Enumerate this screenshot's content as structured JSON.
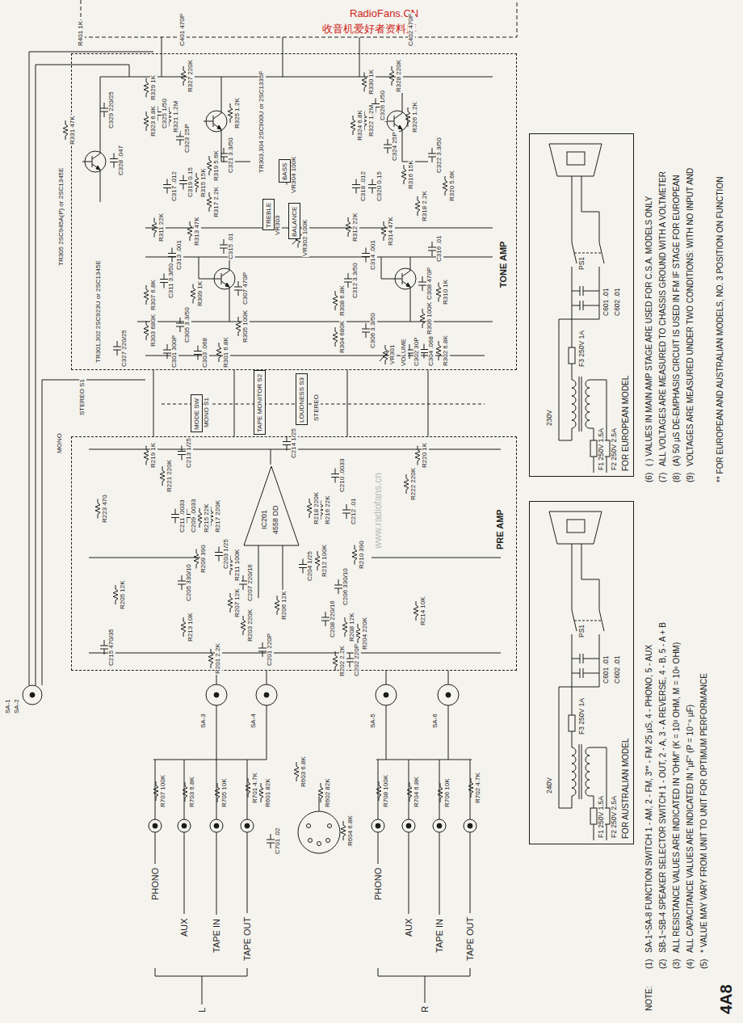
{
  "diagram": {
    "nodes": [
      {
        "text": [
          "TONE AMP"
        ]
      },
      {
        "text": [
          "BALANCE"
        ],
        "in": 0
      },
      {
        "text": [
          "TREBLE"
        ],
        "in": 0
      },
      {
        "text": [
          "BASS"
        ],
        "in": 0
      },
      {
        "text": [
          "MODE SW"
        ]
      },
      {
        "text": [
          "TAPE MONITOR S2"
        ]
      },
      {
        "text": [
          "LOUDNESS S3"
        ]
      },
      {
        "text": [
          "PRE AMP"
        ]
      },
      {
        "text": [
          "IC201",
          "4558 DD"
        ],
        "in": 7
      },
      {
        "text": [
          "FOR EUROPEAN MODEL"
        ]
      },
      {
        "text": [
          "FOR AUSTRALIAN MODEL"
        ]
      }
    ],
    "labels": [
      "RadioFans.CN",
      "收音机爱好者资料库",
      "www.radiofans.cn",
      "R401 1K",
      "C401 470P",
      "C402 470P",
      "R329 1K",
      "C325 1/50",
      "R321 1.2M",
      "R323 6.8K",
      "R327 220K",
      "R325 1.2K",
      "C323 25P",
      "C321 3.3/50",
      "C329 220/25",
      "R331 47K",
      "C328 .047",
      "TR305 2SC945A(P) or 2SC1345E",
      "C317 .012",
      "C319 0.15",
      "R315 15K",
      "R319 5.6K",
      "R317 2.2K",
      "R311 22K",
      "R313 47K",
      "C313 .001",
      "C315 .01",
      "TR303,304 2SC900U or 2SC1335F",
      "VR304 100K",
      "VR303",
      "VR302 100K",
      "R330 1K",
      "C326 1/50",
      "R322 1.2M",
      "R324 6.8K",
      "R328 220K",
      "R326 1.2K",
      "C324 25P",
      "C322 3.3/50",
      "C318 .012",
      "C320 0.15",
      "R316 15K",
      "R320 5.6K",
      "R318 2.2K",
      "R312 22K",
      "R314 47K",
      "C314 .001",
      "C316 .01",
      "C311 3.3/50",
      "R307 6.8K",
      "R303 680K",
      "R309 1K",
      "C307 470P",
      "R305 100K",
      "C305 3.3/50",
      "TR301,302 2SC923U or 2SC1345E",
      "C327 220/25",
      "C301 300P",
      "C303 .068",
      "R301 6.8K",
      "C312 3.3/50",
      "R308 6.8K",
      "R304 680K",
      "R310 1K",
      "C308 470P",
      "R306 100K",
      "C306 3.3/50",
      "VR301",
      "VOLUME",
      "C302 30P",
      "C304 .068",
      "R302 6.8K",
      "STEREO S1",
      "MONO",
      "MONO S1",
      "STEREO",
      "R219 1K",
      "R221 220K",
      "C213 1/25",
      "R223 470",
      "C211 .0033",
      "C209 .0033",
      "R215 22K",
      "R217 220K",
      "R209 390",
      "C205 330/10",
      "C203 1/25",
      "R211 100K",
      "C207 220/16",
      "R207 12K",
      "R205 12K",
      "R213 10K",
      "C215 470/35",
      "R201 2.2K",
      "R206 12K",
      "R203 220K",
      "C201 220P",
      "C214 1/25",
      "R218 220K",
      "R216 22K",
      "C210 .0033",
      "C212 .01",
      "R210 390",
      "R212 100K",
      "C204 1/25",
      "C206 330/10",
      "C208 220/16",
      "R208 12K",
      "R204 220K",
      "C202 220P",
      "R202 2.2K",
      "R214 10K",
      "R220 1K",
      "R222 220K",
      "SA-1",
      "SA-2",
      "SA-3",
      "SA-4",
      "SA-5",
      "SA-6",
      "R707 100K",
      "R703 6.8K",
      "R705 10K",
      "R701 4.7K",
      "R601 82K",
      "R603 6.8K",
      "R602 82K",
      "R604 6.8K",
      "C701 .02",
      "R708 100K",
      "R704 6.8K",
      "R706 10K",
      "R702 4.7K",
      "PHONO",
      "AUX",
      "TAPE IN",
      "TAPE OUT",
      "L",
      "PHONO",
      "AUX",
      "TAPE IN",
      "TAPE OUT",
      "R",
      "F1 250V 1.5A",
      "F2 250V 2.5A",
      "F3 250V 1A",
      "230V",
      "PS1",
      "C601 .01",
      "C602 .01",
      "F1 250V 1.5A",
      "F2 250V 2.5A",
      "F3 250V 1A",
      "240V",
      "PS1",
      "C601 .01",
      "C602 .01",
      "NOTE:",
      "(1)",
      "SA-1~SA-8 FUNCTION SWITCH 1 - AM, 2 - FM, 3** - FM 25 µS, 4 - PHONO, 5 - AUX",
      "(2)",
      "SB-1~SB-4 SPEAKER SELECTOR SWITCH 1 - OUT, 2 - A, 3 - A REVERSE, 4 - B, 5 - A + B",
      "(3)",
      "ALL RESISTANCE VALUES ARE INDICATED IN \"OHM\" (K = 10³ OHM, M = 10⁶ OHM)",
      "(4)",
      "ALL CAPACITANCE VALUES ARE INDICATED IN \"µF\" (P = 10⁻⁶ µF)",
      "(5)",
      "* VALUE MAY VARY FROM UNIT TO UNIT FOR OPTIMUM PERFORMANCE",
      "(6)",
      "( ) VALUES IN MAIN AMP STAGE ARE USED FOR C.S.A. MODELS ONLY",
      "(7)",
      "ALL VOLTAGES ARE MEASURED TO CHASSIS GROUND WITH A VOLTMETER",
      "(8)",
      "(A) 50 µS DE-EMPHASIS CIRCUIT IS USED IN FM IF STAGE FOR EUROPEAN",
      "(9)",
      "VOLTAGES ARE MEASURED UNDER TWO CONDITIONS: WITH NO INPUT AND",
      "** FOR EUROPEAN AND AUSTRALIAN MODELS, NO. 3 POSITION ON FUNCTION",
      "4A8"
    ]
  }
}
